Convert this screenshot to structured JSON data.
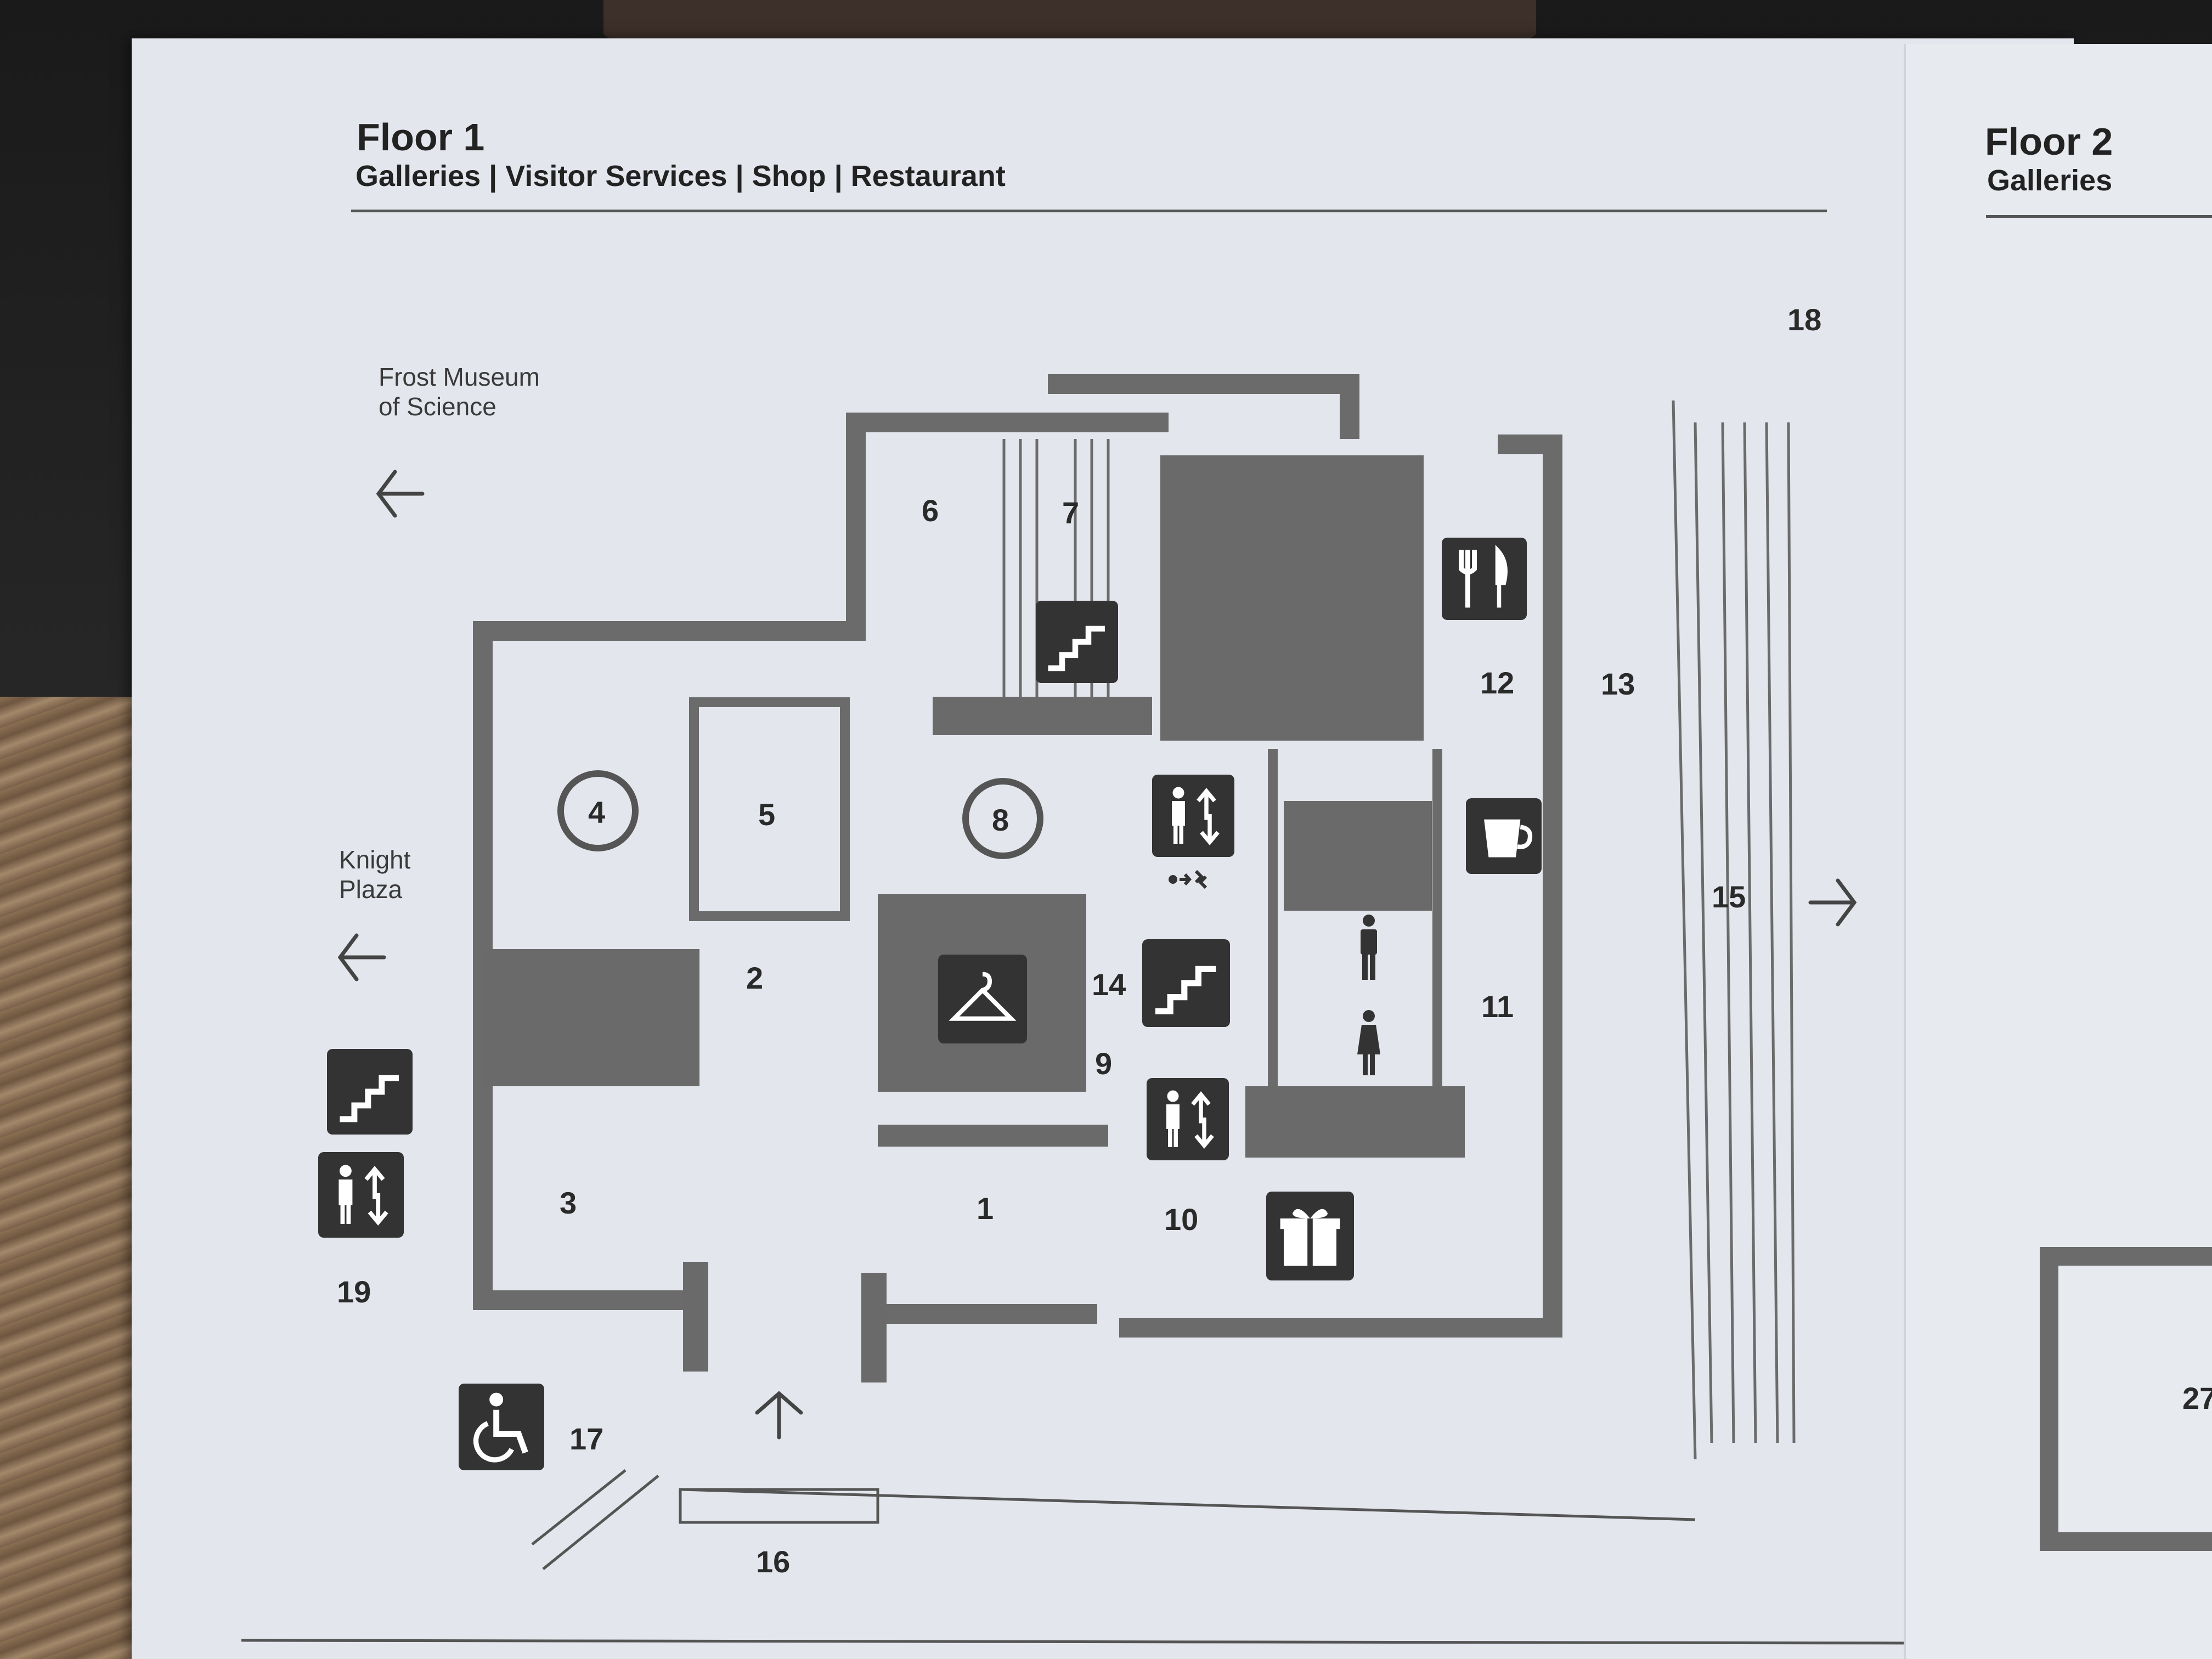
{
  "left_page": {
    "title": "Floor 1",
    "subtitle": "Galleries | Visitor Services | Shop | Restaurant",
    "directions": {
      "frost": "Frost Museum of Science",
      "knight": "Knight Plaza"
    },
    "room_labels": [
      "1",
      "2",
      "3",
      "4",
      "5",
      "6",
      "7",
      "8",
      "9",
      "10",
      "11",
      "12",
      "13",
      "14",
      "15",
      "16",
      "17",
      "18",
      "19"
    ]
  },
  "right_page": {
    "title": "Floor 2",
    "subtitle": "Galleries",
    "room_label": "27"
  },
  "icons": {
    "stairs": "stairs-icon",
    "elevator": "elevator-icon",
    "restaurant": "fork-knife-icon",
    "cafe": "coffee-cup-icon",
    "coat_check": "coat-hanger-icon",
    "restroom_men": "men-restroom-icon",
    "restroom_women": "women-restroom-icon",
    "shop": "gift-icon",
    "accessible": "wheelchair-icon",
    "emergency_exit": "emergency-exit-icon"
  },
  "colors": {
    "paper": "#e3e6ec",
    "wall": "#6b6b6b",
    "block": "#6a6a6a",
    "icon": "#333333"
  }
}
